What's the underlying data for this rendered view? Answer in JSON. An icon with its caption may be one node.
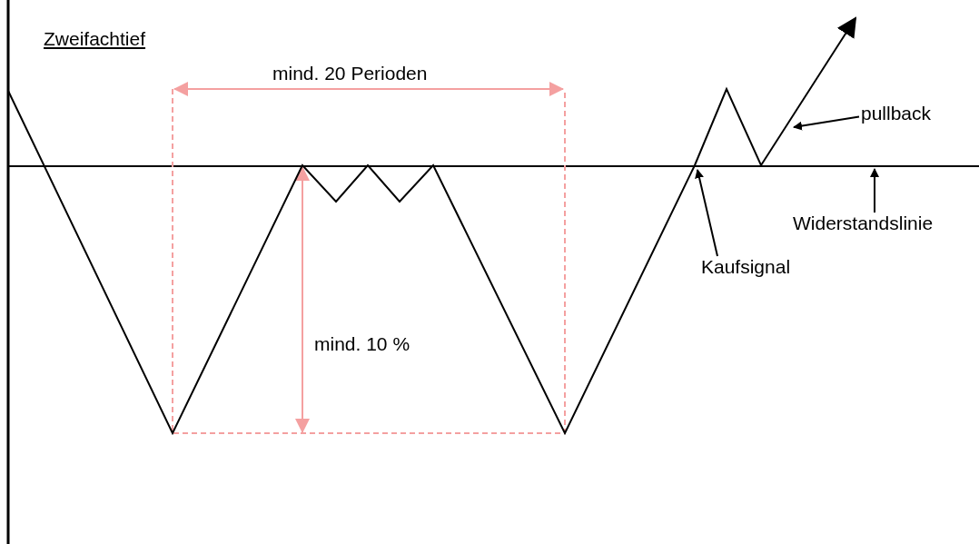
{
  "diagram": {
    "title": "Zweifachtief",
    "nodes": [
      {
        "text": [
          "pullback"
        ]
      },
      {
        "text": [
          "Widerstandslinie"
        ]
      },
      {
        "text": [
          "Kaufsignal"
        ]
      }
    ],
    "edges": [
      {
        "from": 0,
        "to": null,
        "arrow": "to"
      },
      {
        "from": 1,
        "to": null,
        "arrow": "to"
      },
      {
        "from": 2,
        "to": null,
        "arrow": "to"
      }
    ],
    "labels": [
      "mind. 20 Perioden",
      "mind. 10 %"
    ]
  }
}
